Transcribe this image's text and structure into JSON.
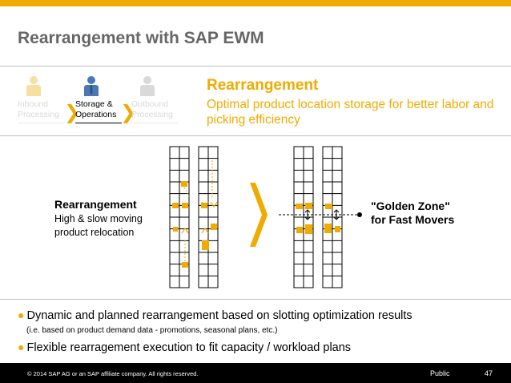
{
  "header": {
    "accent": "#f0ab00",
    "title": "Rearrangement with SAP EWM"
  },
  "process_steps": [
    {
      "label_line1": "Inbound",
      "label_line2": "Processing",
      "state": "inactive",
      "icon": "person-icon"
    },
    {
      "label_line1": "Storage &",
      "label_line2": "Operations",
      "state": "active",
      "icon": "person-icon"
    },
    {
      "label_line1": "Outbound",
      "label_line2": "Processing",
      "state": "inactive",
      "icon": "person-icon"
    }
  ],
  "section": {
    "heading": "Rearrangement",
    "subheading": "Optimal product location storage for better labor and picking efficiency"
  },
  "diagram": {
    "left_title": "Rearrangement",
    "left_desc": "High & slow moving product relocation",
    "right_title": "\"Golden Zone\"",
    "right_sub": "for Fast Movers"
  },
  "bullets": [
    {
      "text": "Dynamic and planned rearrangement based on slotting optimization results",
      "sub": "(i.e. based on product demand data - promotions, seasonal plans, etc.)"
    },
    {
      "text": "Flexible rearragement execution to fit capacity / workload plans",
      "sub": ""
    }
  ],
  "footer": {
    "copyright": "© 2014 SAP AG or an SAP affiliate company. All rights reserved.",
    "classification": "Public",
    "page_number": "47"
  }
}
